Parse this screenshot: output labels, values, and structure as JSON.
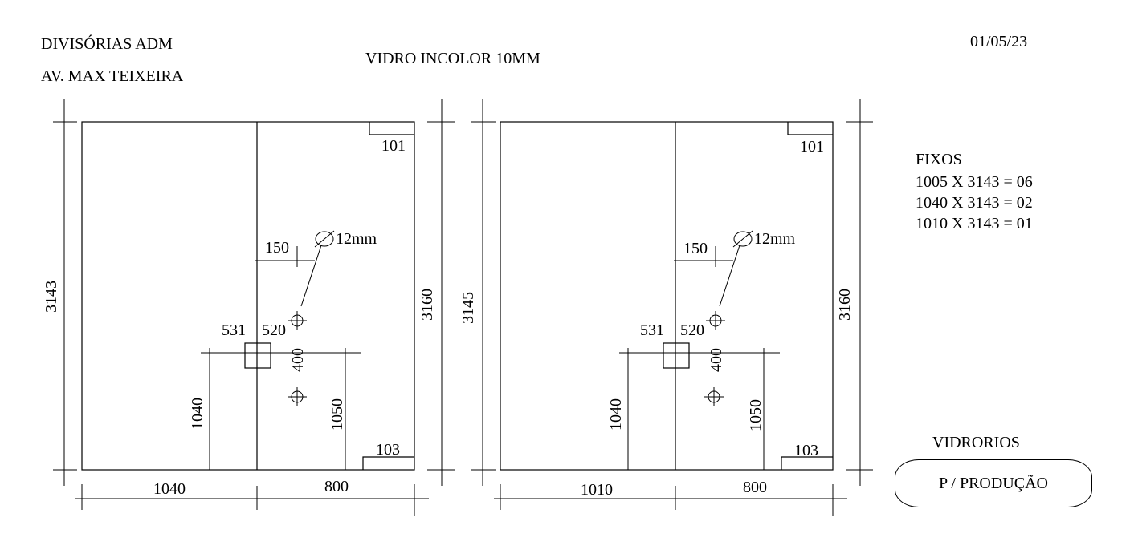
{
  "header": {
    "company": "DIVISÓRIAS ADM",
    "address": "AV. MAX TEIXEIRA",
    "material": "VIDRO INCOLOR 10MM",
    "date": "01/05/23"
  },
  "panels": [
    {
      "height_left": "3143",
      "height_right": "3160",
      "corner_top": "101",
      "corner_bottom": "103",
      "hole_diameter": "12mm",
      "hole_offset": "150",
      "label_531": "531",
      "label_520": "520",
      "label_400": "400",
      "label_1040": "1040",
      "label_1050": "1050",
      "width_left": "1040",
      "width_right": "800"
    },
    {
      "height_left": "3145",
      "height_right": "3160",
      "corner_top": "101",
      "corner_bottom": "103",
      "hole_diameter": "12mm",
      "hole_offset": "150",
      "label_531": "531",
      "label_520": "520",
      "label_400": "400",
      "label_1040": "1040",
      "label_1050": "1050",
      "width_left": "1010",
      "width_right": "800"
    }
  ],
  "fixos": {
    "title": "FIXOS",
    "items": [
      "1005 X 3143 = 06",
      "1040 X 3143 = 02",
      "1010 X 3143 = 01"
    ]
  },
  "footer": {
    "company": "VIDRORIOS",
    "status": "P / PRODUÇÃO"
  }
}
